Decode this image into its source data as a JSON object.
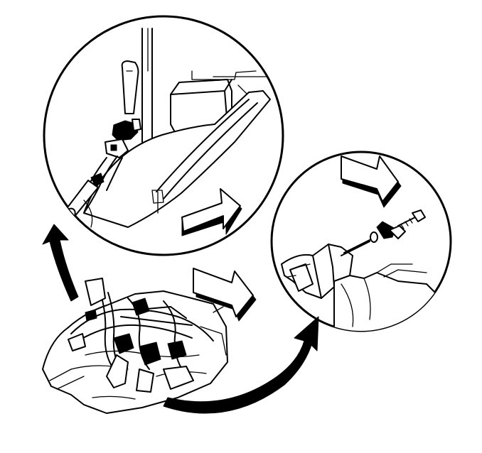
{
  "figure": {
    "kind": "service-manual-line-illustration",
    "colors": {
      "ink": "#000000",
      "paper": "#ffffff"
    },
    "views": [
      "overall-engine-bay-view",
      "upper-detail-view",
      "right-detail-view"
    ],
    "direction_arrows": 3,
    "callout_arrows": 2
  }
}
